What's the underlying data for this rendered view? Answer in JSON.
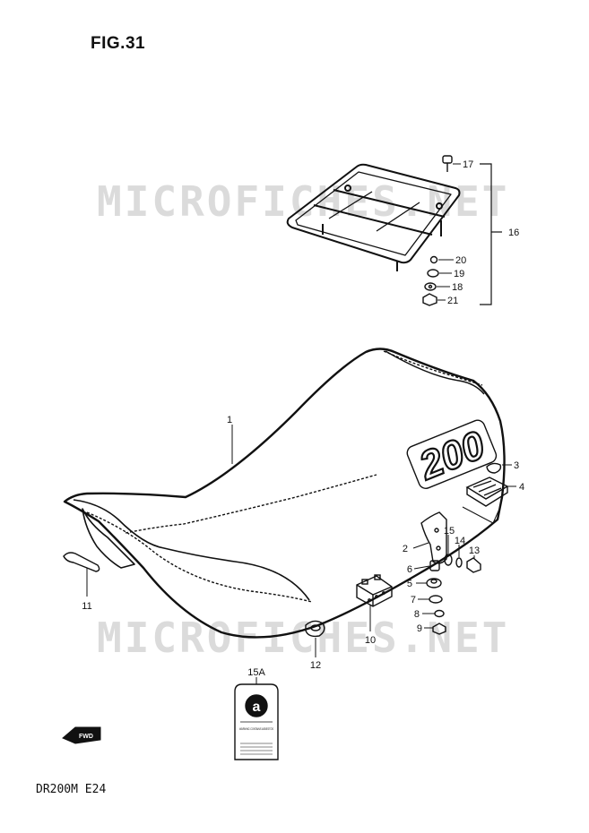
{
  "figure": {
    "title": "FIG.31",
    "model_code": "DR200M E24"
  },
  "watermark": "MICROFICHES.NET",
  "seat_badge": "200",
  "label_tag_text": "WARNING CONTAINS ASBESTOS",
  "fwd_marker": "FWD",
  "callouts": {
    "c1": "1",
    "c2": "2",
    "c3": "3",
    "c4": "4",
    "c5": "5",
    "c6": "6",
    "c7": "7",
    "c8": "8",
    "c9": "9",
    "c10": "10",
    "c11": "11",
    "c12": "12",
    "c13": "13",
    "c14": "14",
    "c15": "15",
    "c15a": "15A",
    "c16": "16",
    "c17": "17",
    "c18": "18",
    "c19": "19",
    "c20": "20",
    "c21": "21"
  }
}
